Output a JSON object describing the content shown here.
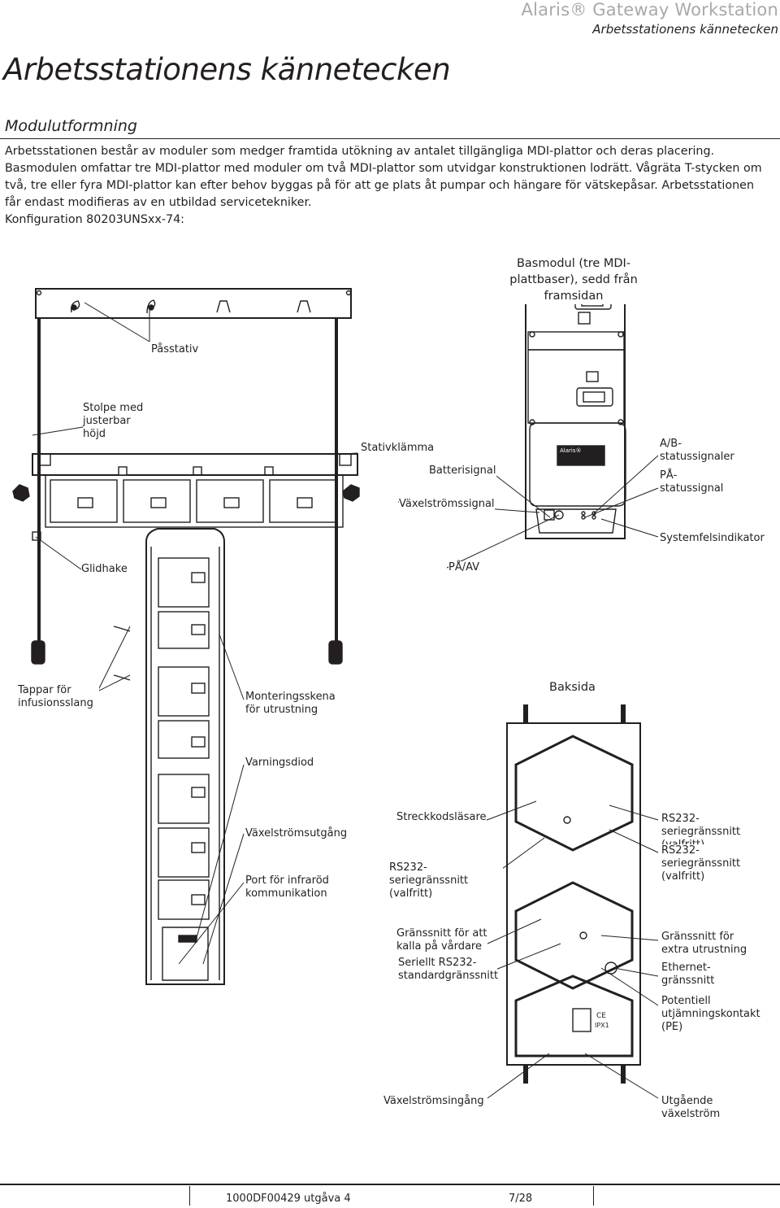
{
  "header": {
    "brand": "Alaris® Gateway Workstation",
    "subtitle": "Arbetsstationens kännetecken"
  },
  "page_title": "Arbetsstationens kännetecken",
  "section_title": "Modulutformning",
  "body_text": "Arbetsstationen består av moduler som medger framtida utökning av antalet tillgängliga MDI-plattor och deras placering. Basmodulen omfattar tre MDI-plattor med moduler om två MDI-plattor som utvidgar konstruktionen lodrätt. Vågräta T-stycken om två, tre eller fyra MDI-plattor kan efter behov byggas på för att ge plats åt pumpar och hängare för vätskepåsar. Arbetsstationen får endast modifieras av en utbildad servicetekniker.",
  "config_text": "Konfiguration 80203UNSxx-74:",
  "labels": {
    "basmodul": "Basmodul (tre MDI-plattbaser), sedd från framsidan",
    "passtativ": "Påsstativ",
    "stolpe": "Stolpe med justerbar höjd",
    "stativklamma": "Stativklämma",
    "batterisignal": "Batterisignal",
    "vaxelstromssignal": "Växelströmssignal",
    "ab_status": "A/B-statussignaler",
    "pa_status": "PÅ-statussignal",
    "systemfel": "Systemfelsindikator",
    "glidhake": "Glidhake",
    "pa_av": "PÅ/AV",
    "tappar": "Tappar för infusionsslang",
    "monteringsskena": "Monteringsskena för utrustning",
    "baksida": "Baksida",
    "varningsdiod": "Varningsdiod",
    "vaxelstromsutgang": "Växelströmsutgång",
    "port_ir": "Port för infraröd kommunikation",
    "streckkod": "Streckkodsläsare",
    "rs232_left": "RS232-seriegränssnitt (valfritt)",
    "rs232_right1": "RS232-seriegränssnitt (valfritt)",
    "rs232_right2": "RS232-seriegränssnitt (valfritt)",
    "granssnitt_vardare": "Gränssnitt för att kalla på vårdare",
    "seriellt": "Seriellt RS232-standardgränssnitt",
    "granssnitt_extra": "Gränssnitt för extra utrustning",
    "ethernet": "Ethernet-gränssnitt",
    "pe": "Potentiell utjämningskontakt (PE)",
    "vaxelstromsingang": "Växelströmsingång",
    "utgaende": "Utgående växelström",
    "device_brand": "Alaris®",
    "ipx": "IPX1",
    "ce": "CE"
  },
  "footer": {
    "doc_id": "1000DF00429 utgåva 4",
    "page": "7/28"
  }
}
